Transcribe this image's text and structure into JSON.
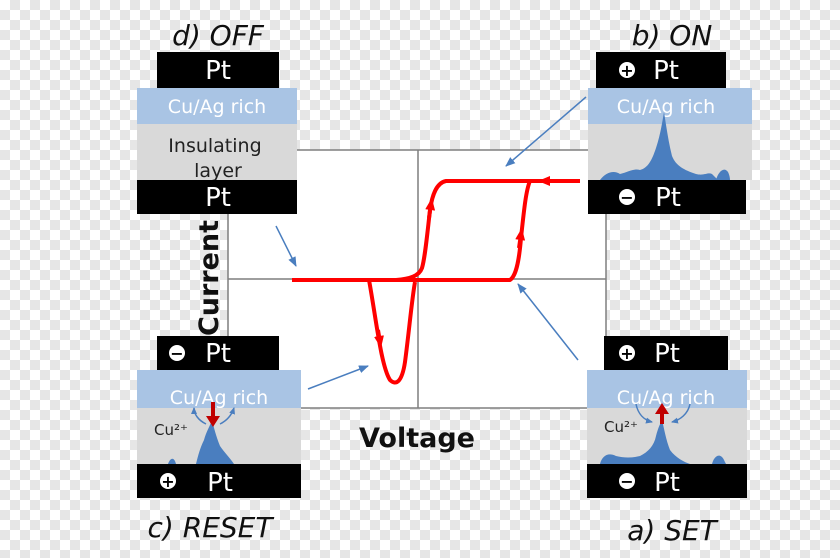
{
  "figure": {
    "axes": {
      "xlabel": "Voltage",
      "ylabel": "Current"
    },
    "panels": {
      "off": {
        "state": "d) OFF",
        "top_electrode": "Pt",
        "layer": "Cu/Ag rich",
        "insulator": "Insulating layer",
        "bottom_electrode": "Pt"
      },
      "on": {
        "state": "b) ON",
        "top_electrode": "Pt",
        "top_sign": "+",
        "layer": "Cu/Ag rich",
        "bottom_electrode": "Pt",
        "bottom_sign": "−"
      },
      "reset": {
        "state": "c) RESET",
        "top_electrode": "Pt",
        "top_sign": "−",
        "layer": "Cu/Ag rich",
        "ion": "Cu²⁺",
        "bottom_electrode": "Pt",
        "bottom_sign": "+"
      },
      "set": {
        "state": "a) SET",
        "top_electrode": "Pt",
        "top_sign": "+",
        "layer": "Cu/Ag rich",
        "ion": "Cu²⁺",
        "bottom_electrode": "Pt",
        "bottom_sign": "−"
      }
    },
    "colors": {
      "electrode": "#000000",
      "cu_ag_layer": "#a9c4e4",
      "insulator": "#d9d9d9",
      "filament": "#4a7ebf",
      "iv_curve": "#ff0000",
      "pointer_arrow": "#4a7ebf",
      "ion_arrow": "#c00000"
    }
  }
}
